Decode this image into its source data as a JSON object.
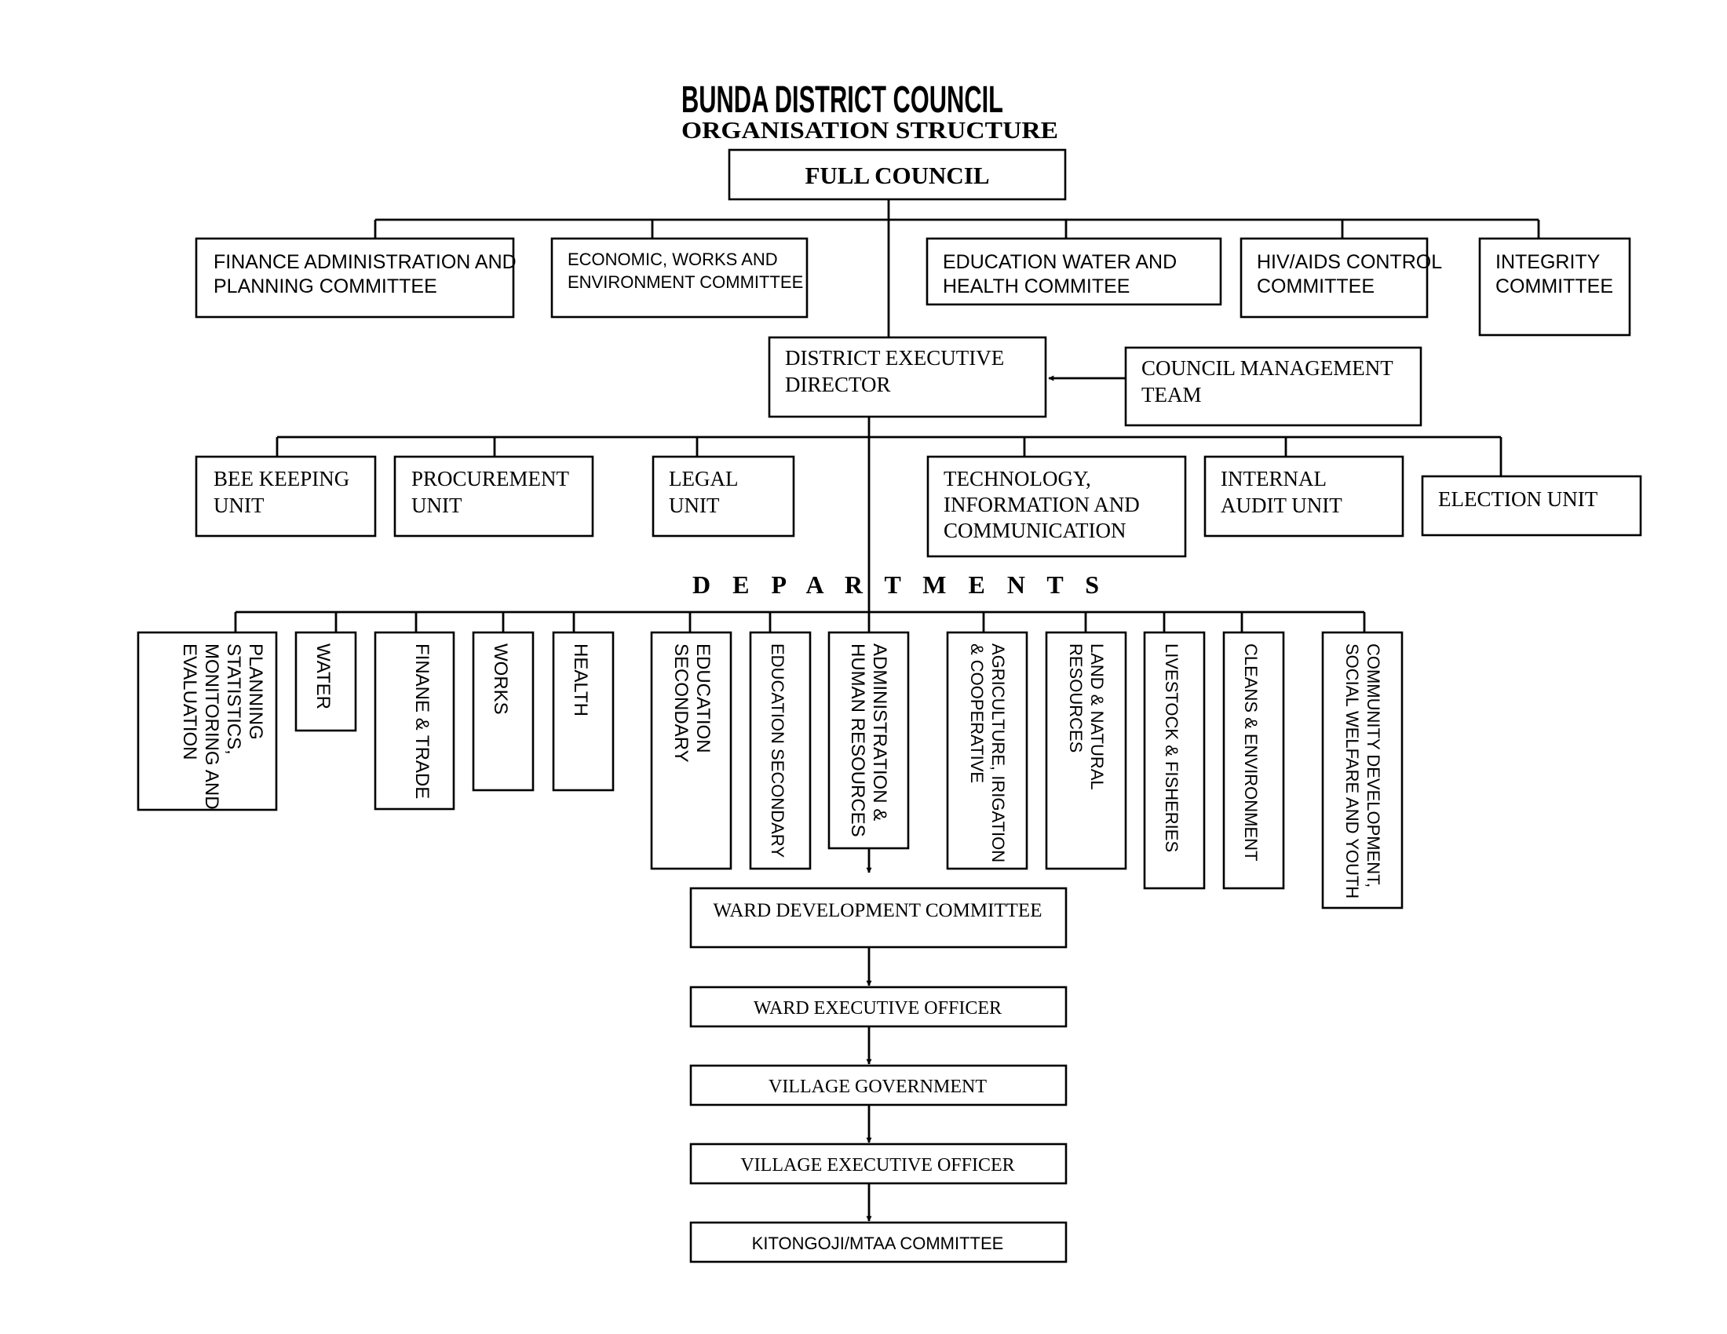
{
  "title": "BUNDA DISTRICT COUNCIL",
  "subtitle": "ORGANISATION STRUCTURE",
  "full_council": "FULL COUNCIL",
  "committees": [
    [
      "FINANCE ADMINISTRATION AND",
      "PLANNING COMMITTEE"
    ],
    [
      "ECONOMIC, WORKS AND",
      "ENVIRONMENT COMMITTEE"
    ],
    [
      "EDUCATION WATER AND",
      "HEALTH COMMITEE"
    ],
    [
      "HIV/AIDS CONTROL",
      "COMMITTEE"
    ],
    [
      "INTEGRITY",
      "COMMITTEE"
    ]
  ],
  "ded": [
    "DISTRICT EXECUTIVE",
    "DIRECTOR"
  ],
  "cmt": [
    "COUNCIL MANAGEMENT",
    "TEAM"
  ],
  "units": [
    [
      "BEE KEEPING",
      "UNIT"
    ],
    [
      "PROCUREMENT",
      "UNIT"
    ],
    [
      "LEGAL",
      "UNIT"
    ],
    [
      "TECHNOLOGY,",
      "INFORMATION AND",
      "COMMUNICATION"
    ],
    [
      "INTERNAL",
      "AUDIT UNIT"
    ],
    [
      "ELECTION UNIT"
    ]
  ],
  "departments_heading": "D E P A R T M E N T S",
  "departments": [
    [
      "PLANNING",
      "STATISTICS,",
      "MONITORING AND",
      "EVALUATION"
    ],
    [
      "WATER"
    ],
    [
      "FINANE & TRADE"
    ],
    [
      "WORKS"
    ],
    [
      "HEALTH"
    ],
    [
      "EDUCATION",
      "SECONDARY"
    ],
    [
      "EDUCATION SECONDARY"
    ],
    [
      "ADMINISTRATION &",
      "HUMAN RESOURCES"
    ],
    [
      "AGRICULTURE, IRIGATION",
      "& COOPERATIVE"
    ],
    [
      "LAND & NATURAL",
      "RESOURCES"
    ],
    [
      "LIVESTOCK & FISHERIES"
    ],
    [
      "CLEANS & ENVIRONMENT"
    ],
    [
      "COMMUNITY DEVELOPMENT,",
      "SOCIAL WELFARE AND YOUTH"
    ]
  ],
  "chain": [
    "WARD DEVELOPMENT COMMITTEE",
    "WARD EXECUTIVE OFFICER",
    "VILLAGE GOVERNMENT",
    "VILLAGE EXECUTIVE OFFICER",
    "KITONGOJI/MTAA COMMITTEE"
  ]
}
